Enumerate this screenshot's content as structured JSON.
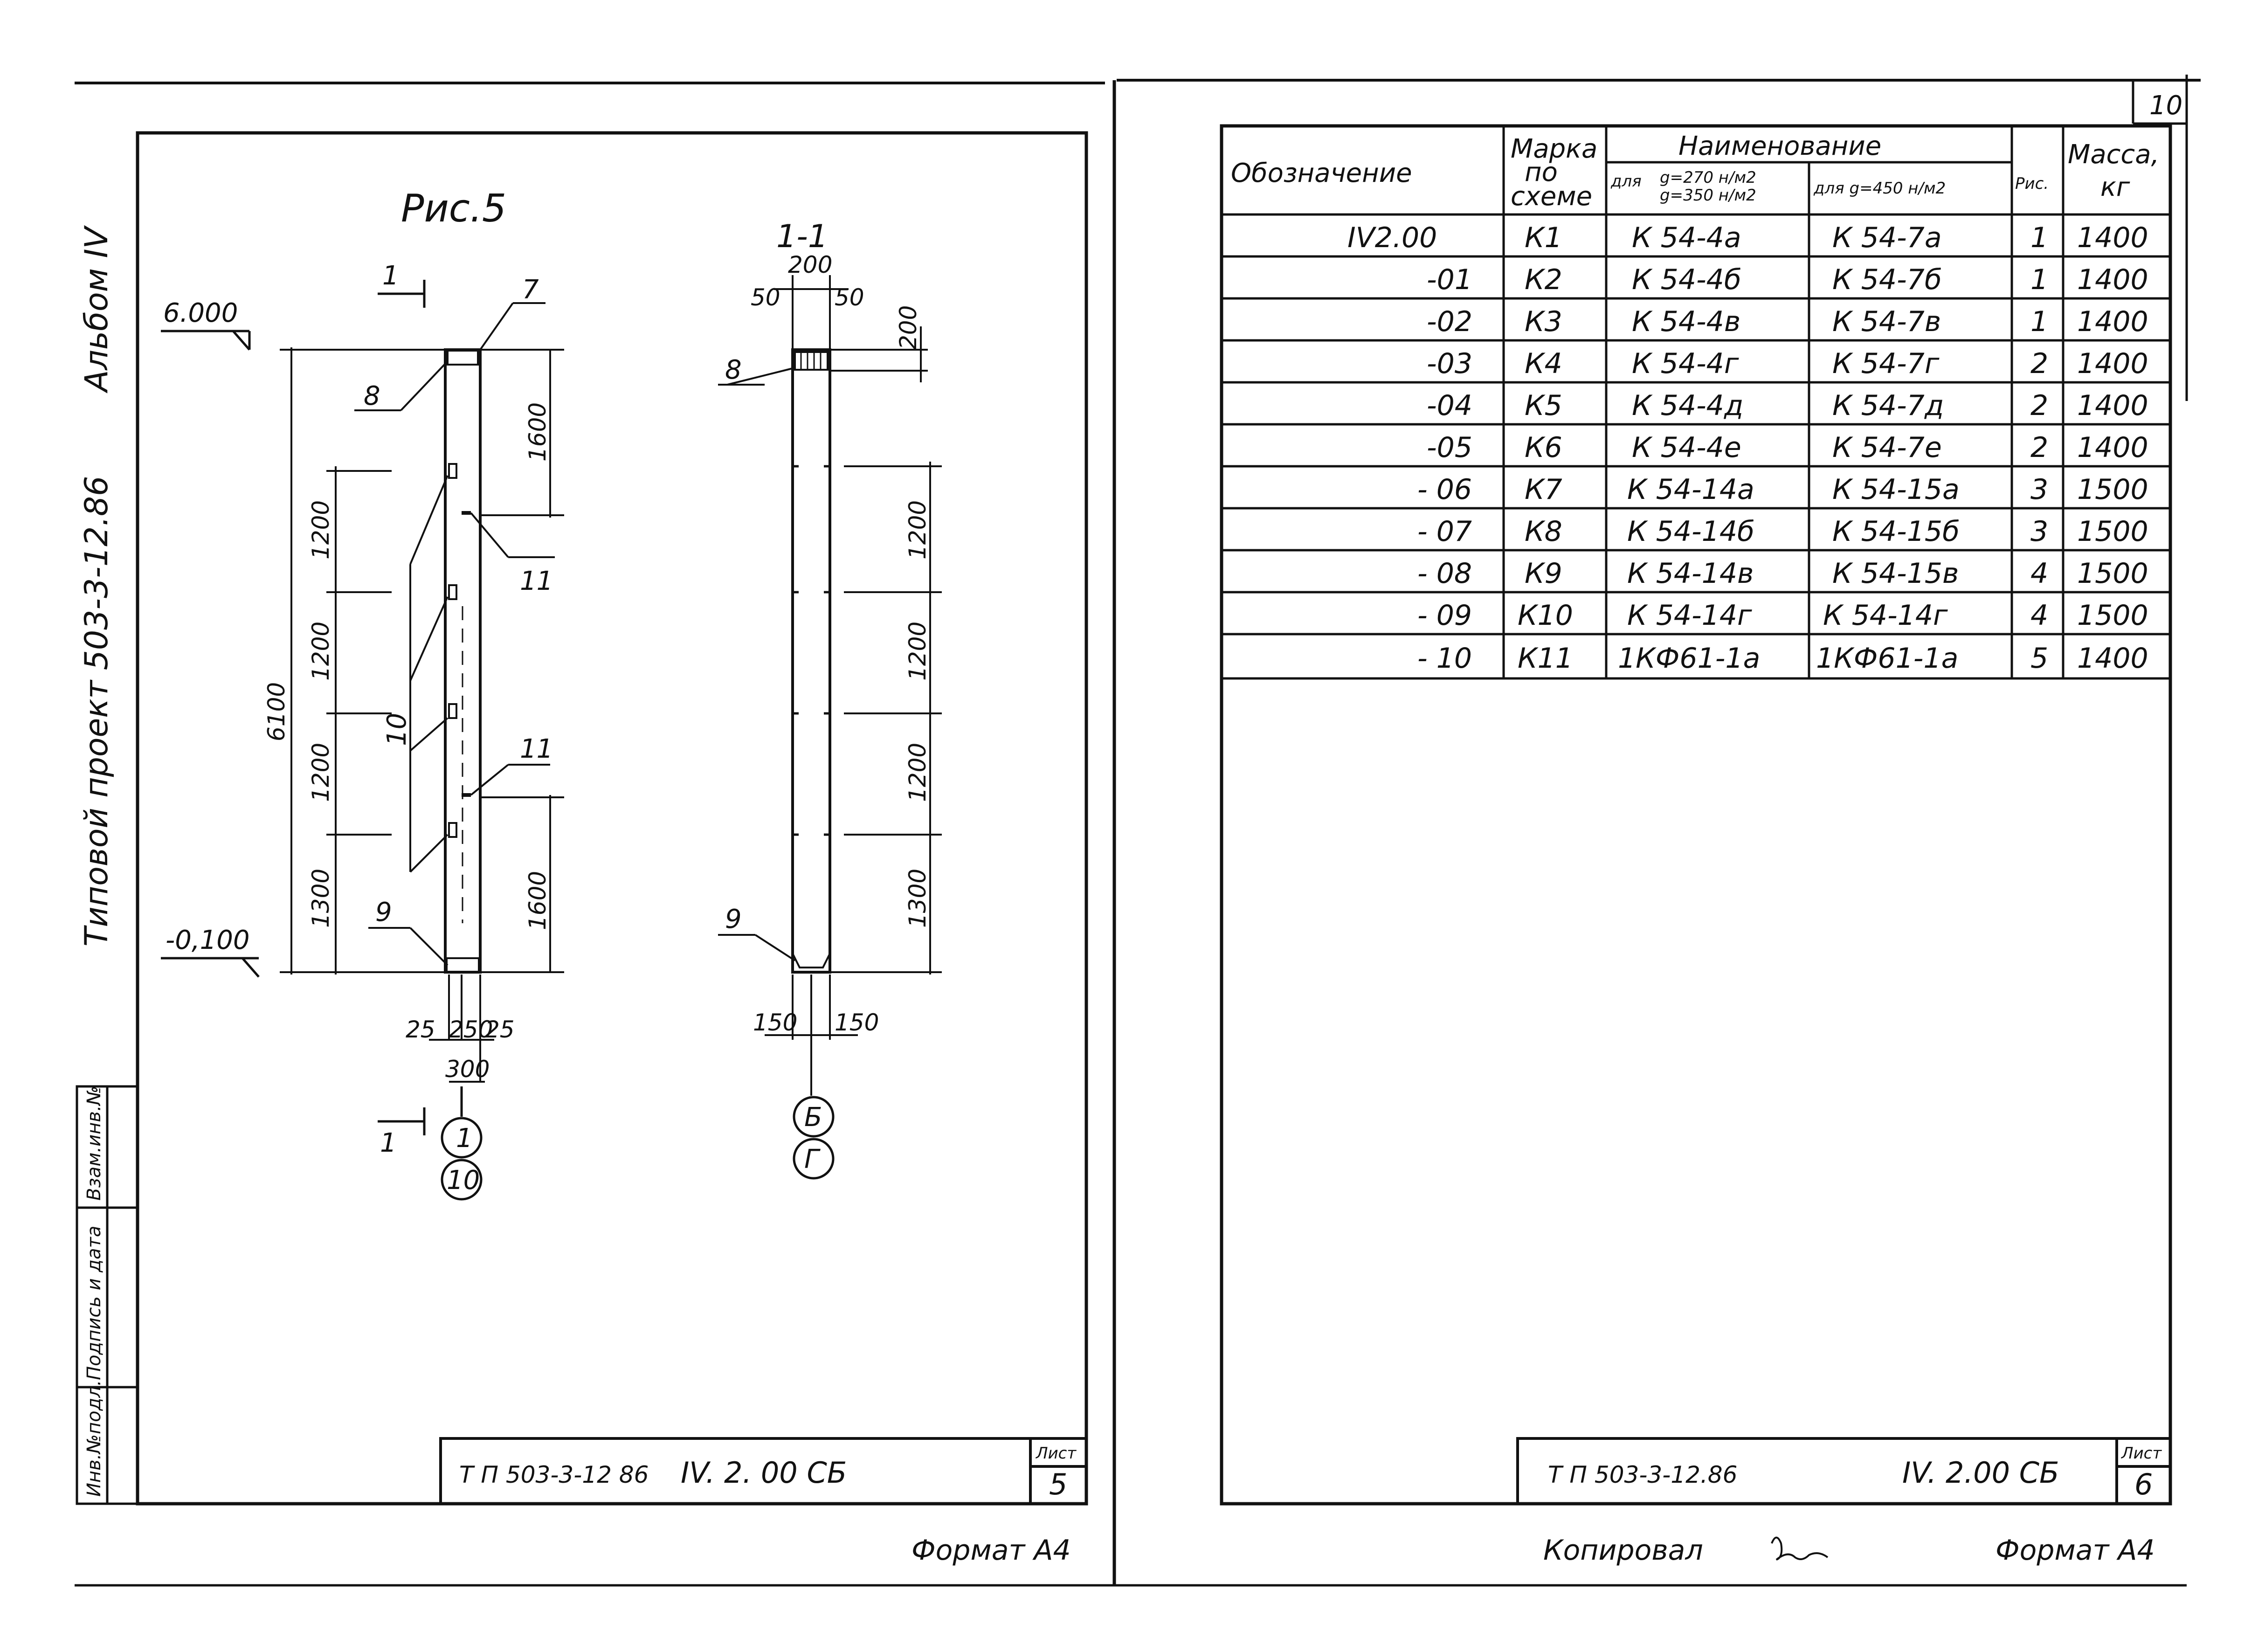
{
  "left_sheet": {
    "figure_title": "Рис.5",
    "section_title": "1-1",
    "side_text_album": "Альбом IV",
    "side_text_project": "Типовой проект 503-3-12.86",
    "side_stamp": [
      "Инв.№подл.",
      "Подпись и дата",
      "Взам.инв.№"
    ],
    "elevations": {
      "top": "6.000",
      "bottom": "-0,100"
    },
    "dims_left": {
      "overall": "6100",
      "seg1": "1200",
      "seg2": "1200",
      "seg3": "1200",
      "seg4": "1300"
    },
    "dims_right": {
      "top": "1600",
      "bottom": "1600"
    },
    "dims_bottom": {
      "a": "25",
      "b": "250",
      "c": "25",
      "total": "300"
    },
    "callouts": {
      "c7": "7",
      "c8": "8",
      "c9": "9",
      "c10": "10",
      "c11a": "11",
      "c11b": "11",
      "section_mark_top": "1",
      "section_mark_bottom": "1"
    },
    "axis_bubbles": [
      "1",
      "10"
    ],
    "section_dims": {
      "top_width": "200",
      "left_off": "50",
      "right_off": "50",
      "cap": "200",
      "seg1": "1200",
      "seg2": "1200",
      "seg3": "1200",
      "seg4": "1300",
      "bot_left": "150",
      "bot_right": "150",
      "callout8": "8",
      "callout9": "9"
    },
    "section_bubbles": [
      "Б",
      "Г"
    ],
    "stamp_code": "Т П 503-3-12 86",
    "stamp_doc": "IV. 2. 00 СБ",
    "stamp_sheet_label": "Лист",
    "stamp_sheet_num": "5",
    "format": "Формат А4"
  },
  "right_sheet": {
    "page_number": "10",
    "table": {
      "headers": {
        "designation": "Обозначение",
        "mark_lines": [
          "Марка",
          "по",
          "схеме"
        ],
        "name": "Наименование",
        "name_sub1_prefix": "для",
        "name_sub1_lines": [
          "g=270 н/м2",
          "g=350 н/м2"
        ],
        "name_sub2": "для g=450 н/м2",
        "fig": "Рис.",
        "mass_lines": [
          "Масса,",
          "кг"
        ]
      },
      "rows": [
        {
          "designation": "IV2.00",
          "mark": "К1",
          "name1": "К 54-4а",
          "name2": "К 54-7а",
          "fig": "1",
          "mass": "1400"
        },
        {
          "designation": "-01",
          "mark": "К2",
          "name1": "К 54-4б",
          "name2": "К 54-7б",
          "fig": "1",
          "mass": "1400"
        },
        {
          "designation": "-02",
          "mark": "К3",
          "name1": "К 54-4в",
          "name2": "К 54-7в",
          "fig": "1",
          "mass": "1400"
        },
        {
          "designation": "-03",
          "mark": "К4",
          "name1": "К 54-4г",
          "name2": "К 54-7г",
          "fig": "2",
          "mass": "1400"
        },
        {
          "designation": "-04",
          "mark": "К5",
          "name1": "К 54-4д",
          "name2": "К 54-7д",
          "fig": "2",
          "mass": "1400"
        },
        {
          "designation": "-05",
          "mark": "К6",
          "name1": "К 54-4е",
          "name2": "К 54-7е",
          "fig": "2",
          "mass": "1400"
        },
        {
          "designation": "- 06",
          "mark": "К7",
          "name1": "К 54-14а",
          "name2": "К 54-15а",
          "fig": "3",
          "mass": "1500"
        },
        {
          "designation": "- 07",
          "mark": "К8",
          "name1": "К 54-14б",
          "name2": "К 54-15б",
          "fig": "3",
          "mass": "1500"
        },
        {
          "designation": "- 08",
          "mark": "К9",
          "name1": "К 54-14в",
          "name2": "К 54-15в",
          "fig": "4",
          "mass": "1500"
        },
        {
          "designation": "- 09",
          "mark": "К10",
          "name1": "К 54-14г",
          "name2": "К 54-14г",
          "fig": "4",
          "mass": "1500"
        },
        {
          "designation": "- 10",
          "mark": "К11",
          "name1": "1КФ61-1а",
          "name2": "1КФ61-1а",
          "fig": "5",
          "mass": "1400"
        }
      ]
    },
    "stamp_code": "Т П 503-3-12.86",
    "stamp_doc": "IV. 2.00 СБ",
    "stamp_sheet_label": "Лист",
    "stamp_sheet_num": "6",
    "copied": "Копировал",
    "format": "Формат А4"
  }
}
